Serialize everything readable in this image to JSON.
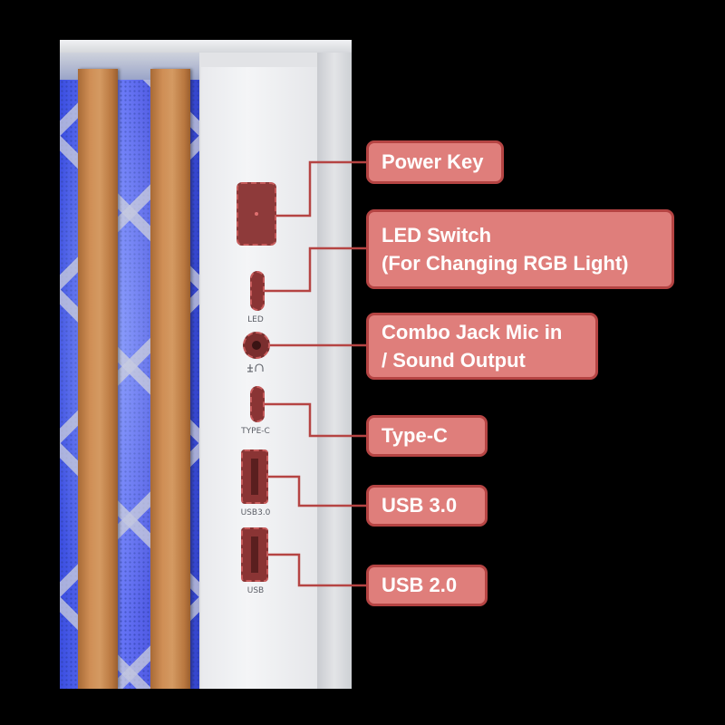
{
  "colors": {
    "background": "#000000",
    "callout_fill": "#df7e7b",
    "callout_border": "#b54443",
    "callout_text": "#ffffff",
    "port_highlight": "#8a3434",
    "wood": "#cf8e55",
    "mesh_glow": "#6f80ff"
  },
  "ports": {
    "led_label": "LED",
    "combo_label": "",
    "typec_label": "TYPE-C",
    "usb30_label": "USB3.0",
    "usb_label": "USB"
  },
  "callouts": {
    "power_key": "Power Key",
    "led_switch_line1": "LED Switch",
    "led_switch_line2": "(For Changing RGB Light)",
    "combo_line1": "Combo Jack Mic in",
    "combo_line2": "/ Sound Output",
    "type_c": "Type-C",
    "usb30": "USB 3.0",
    "usb20": "USB 2.0"
  }
}
